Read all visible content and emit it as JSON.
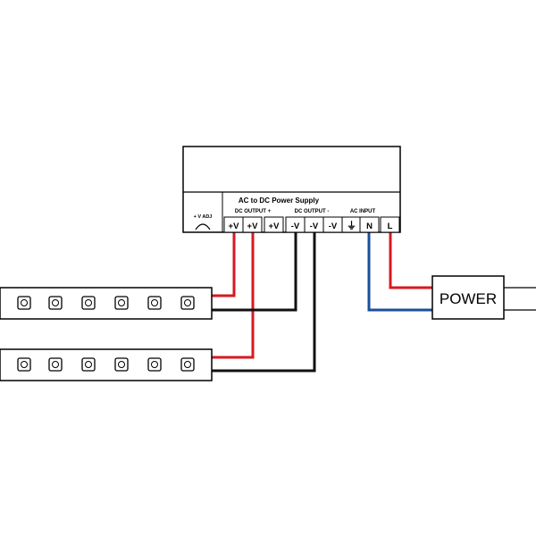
{
  "psu": {
    "title": "AC to DC Power Supply",
    "dc_output_pos_label": "DC OUTPUT +",
    "dc_output_neg_label": "DC OUTPUT -",
    "ac_input_label": "AC INPUT",
    "vadj_label": "+ V ADJ",
    "terminals": [
      {
        "label": "+V"
      },
      {
        "label": "+V"
      },
      {
        "label": "+V"
      },
      {
        "label": "-V"
      },
      {
        "label": "-V"
      },
      {
        "label": "-V"
      },
      {
        "label": "⏚",
        "icon": "ground-icon"
      },
      {
        "label": "N"
      },
      {
        "label": "L"
      }
    ]
  },
  "power_box": {
    "label": "POWER"
  },
  "led_strips": [
    {
      "led_count": 6
    },
    {
      "led_count": 6
    }
  ],
  "colors": {
    "positive_wire": "#d71920",
    "negative_wire": "#111111",
    "neutral_wire": "#1a4f9c",
    "live_wire": "#d71920",
    "n_terminal_text": "#1a4f9c",
    "l_terminal_text": "#d71920"
  }
}
